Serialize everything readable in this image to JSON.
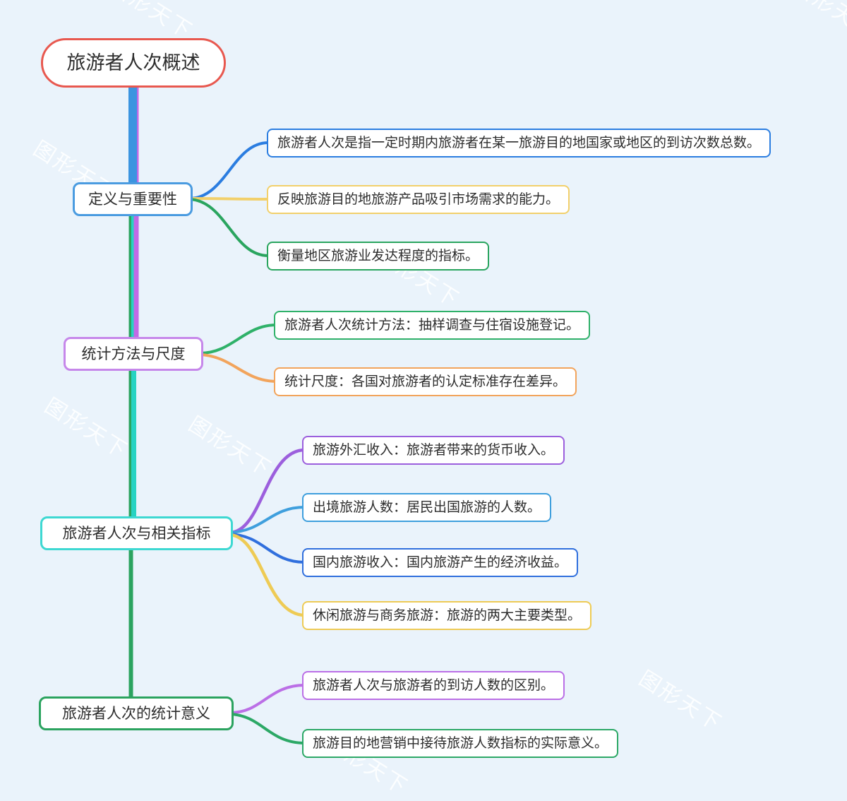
{
  "watermark": {
    "text": "图形天下"
  },
  "root": {
    "label": "旅游者人次概述"
  },
  "branches": [
    {
      "label": "定义与重要性",
      "children": [
        {
          "text": "旅游者人次是指一定时期内旅游者在某一旅游目的地国家或地区的到访次数总数。"
        },
        {
          "text": "反映旅游目的地旅游产品吸引市场需求的能力。"
        },
        {
          "text": "衡量地区旅游业发达程度的指标。"
        }
      ]
    },
    {
      "label": "统计方法与尺度",
      "children": [
        {
          "text": "旅游者人次统计方法：抽样调查与住宿设施登记。"
        },
        {
          "text": "统计尺度：各国对旅游者的认定标准存在差异。"
        }
      ]
    },
    {
      "label": "旅游者人次与相关指标",
      "children": [
        {
          "text": "旅游外汇收入：旅游者带来的货币收入。"
        },
        {
          "text": "出境旅游人数：居民出国旅游的人数。"
        },
        {
          "text": "国内旅游收入：国内旅游产生的经济收益。"
        },
        {
          "text": "休闲旅游与商务旅游：旅游的两大主要类型。"
        }
      ]
    },
    {
      "label": "旅游者人次的统计意义",
      "children": [
        {
          "text": "旅游者人次与旅游者的到访人数的区别。"
        },
        {
          "text": "旅游目的地营销中接待旅游人数指标的实际意义。"
        }
      ]
    }
  ],
  "colors": {
    "background": "#eaf3fb",
    "root_border": "#e8584f",
    "trunk_blue": "#3b94e0",
    "trunk_purple": "#c16ae6",
    "trunk_teal": "#27d3c2",
    "trunk_green": "#2ba35f",
    "branch1_border": "#4a9be0",
    "branch2_border": "#c687ea",
    "branch3_border": "#3ed8d2",
    "branch4_border": "#2ba35f",
    "leaf_blue": "#2b7de0",
    "leaf_light_blue": "#3f9fdd",
    "leaf_royal_blue": "#306fdd",
    "leaf_yellow": "#f2d06b",
    "leaf_gold": "#eecb55",
    "leaf_green": "#2aa55f",
    "leaf_orange": "#f2a45c",
    "leaf_purple": "#9c5fdd",
    "leaf_magenta": "#bb6fe6",
    "text": "#2d2d2d"
  }
}
